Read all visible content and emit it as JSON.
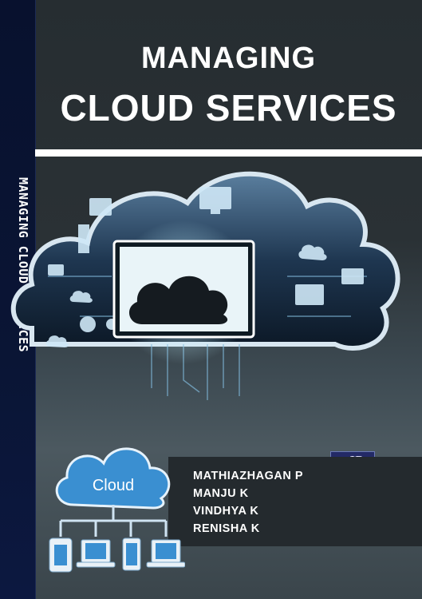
{
  "spine": {
    "text": "MANAGING CLOUD SERVICES"
  },
  "title": {
    "line1": "MANAGING",
    "line2": "CLOUD SERVICES"
  },
  "authors": [
    "MATHIAZHAGAN P",
    "MANJU K",
    "VINDHYA K",
    "RENISHA K"
  ],
  "publisher": {
    "logo_text": "αIP"
  },
  "illustration": {
    "cloud_label": "Cloud"
  },
  "colors": {
    "spine": "#0a1535",
    "background": "#2b3236",
    "cloud_blue": "#3a8fd1",
    "text": "#ffffff"
  }
}
